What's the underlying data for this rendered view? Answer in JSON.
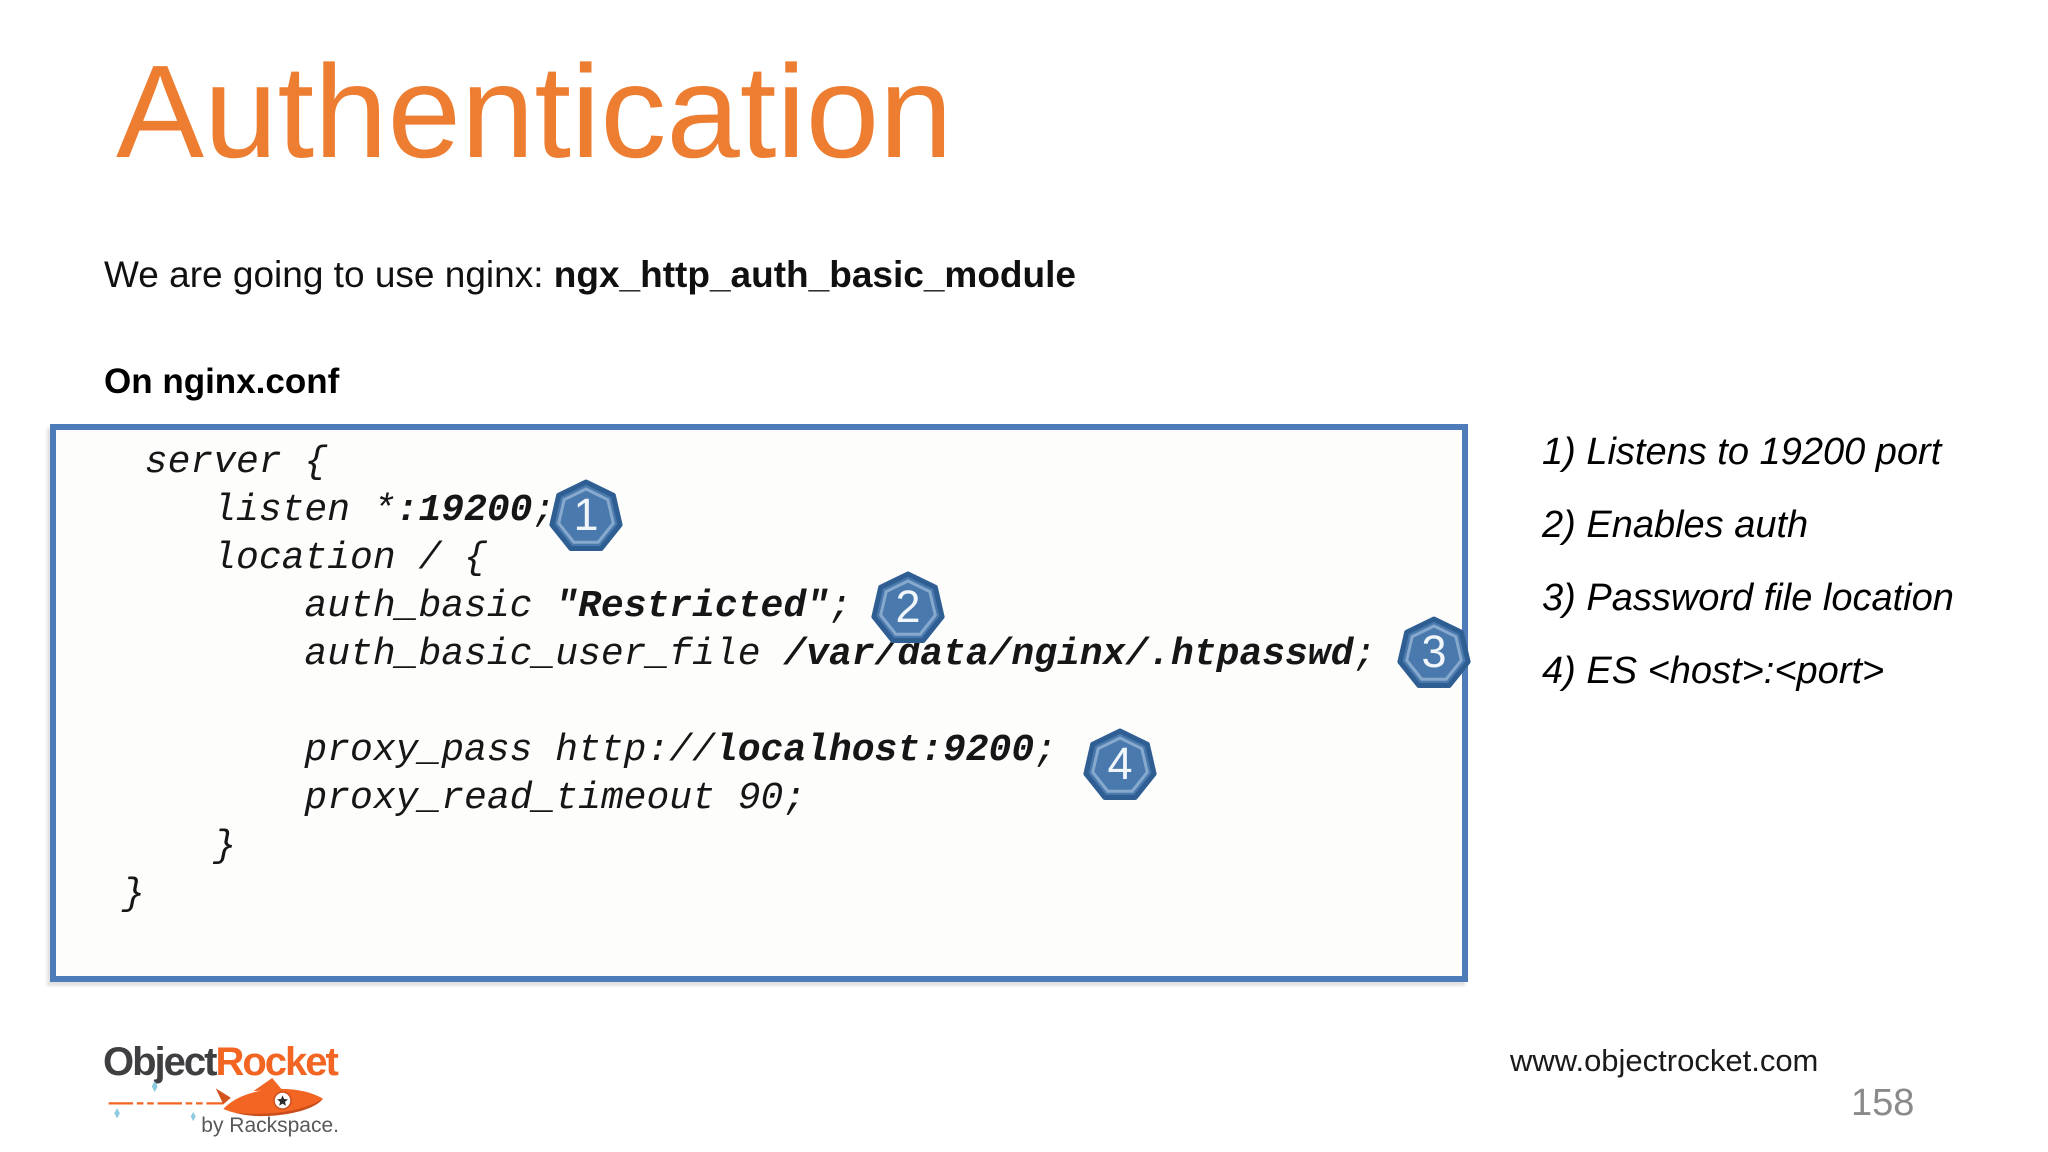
{
  "slide": {
    "title": "Authentication",
    "intro": {
      "regular": "We are going to use nginx: ",
      "bold": "ngx_http_auth_basic_module"
    },
    "code_label": "On nginx.conf"
  },
  "code_block": {
    "lines": [
      [
        {
          "t": " server {",
          "b": false
        }
      ],
      [
        {
          "t": "    listen *",
          "b": false
        },
        {
          "t": ":19200",
          "b": true
        },
        {
          "t": ";",
          "b": false
        }
      ],
      [
        {
          "t": "    location / {",
          "b": false
        }
      ],
      [
        {
          "t": "        auth_basic ",
          "b": false
        },
        {
          "t": "\"Restricted\"",
          "b": true
        },
        {
          "t": ";",
          "b": false
        }
      ],
      [
        {
          "t": "        auth_basic_user_file ",
          "b": false
        },
        {
          "t": "/var/data/nginx/.htpasswd",
          "b": true
        },
        {
          "t": ";",
          "b": false
        }
      ],
      [
        {
          "t": " ",
          "b": false
        }
      ],
      [
        {
          "t": "        proxy_pass http://",
          "b": false
        },
        {
          "t": "localhost:9200",
          "b": true
        },
        {
          "t": ";",
          "b": false
        }
      ],
      [
        {
          "t": "        proxy_read_timeout 90;",
          "b": false
        }
      ],
      [
        {
          "t": "    }",
          "b": false
        }
      ],
      [
        {
          "t": "}",
          "b": false
        }
      ]
    ]
  },
  "badges": [
    {
      "number": "1"
    },
    {
      "number": "2"
    },
    {
      "number": "3"
    },
    {
      "number": "4"
    }
  ],
  "annotations": {
    "items": [
      "1) Listens to 19200 port",
      "2) Enables auth",
      "3) Password file location",
      "4) ES <host>:<port>"
    ]
  },
  "logo": {
    "brand_first": "Object",
    "brand_second": "Rocket",
    "tagline": "by Rackspace."
  },
  "footer": {
    "website": "www.objectrocket.com",
    "page_number": "158"
  },
  "colors": {
    "title_orange": "#ED7D31",
    "code_box_border": "#4E7CB8",
    "badge_blue": "#4A79AD",
    "badge_border_blue": "#2F5E93",
    "logo_orange": "#F26522",
    "logo_gray": "#3F3F41",
    "sparkle_blue": "#8ECAE0",
    "page_number_gray": "#8A8A8A"
  }
}
